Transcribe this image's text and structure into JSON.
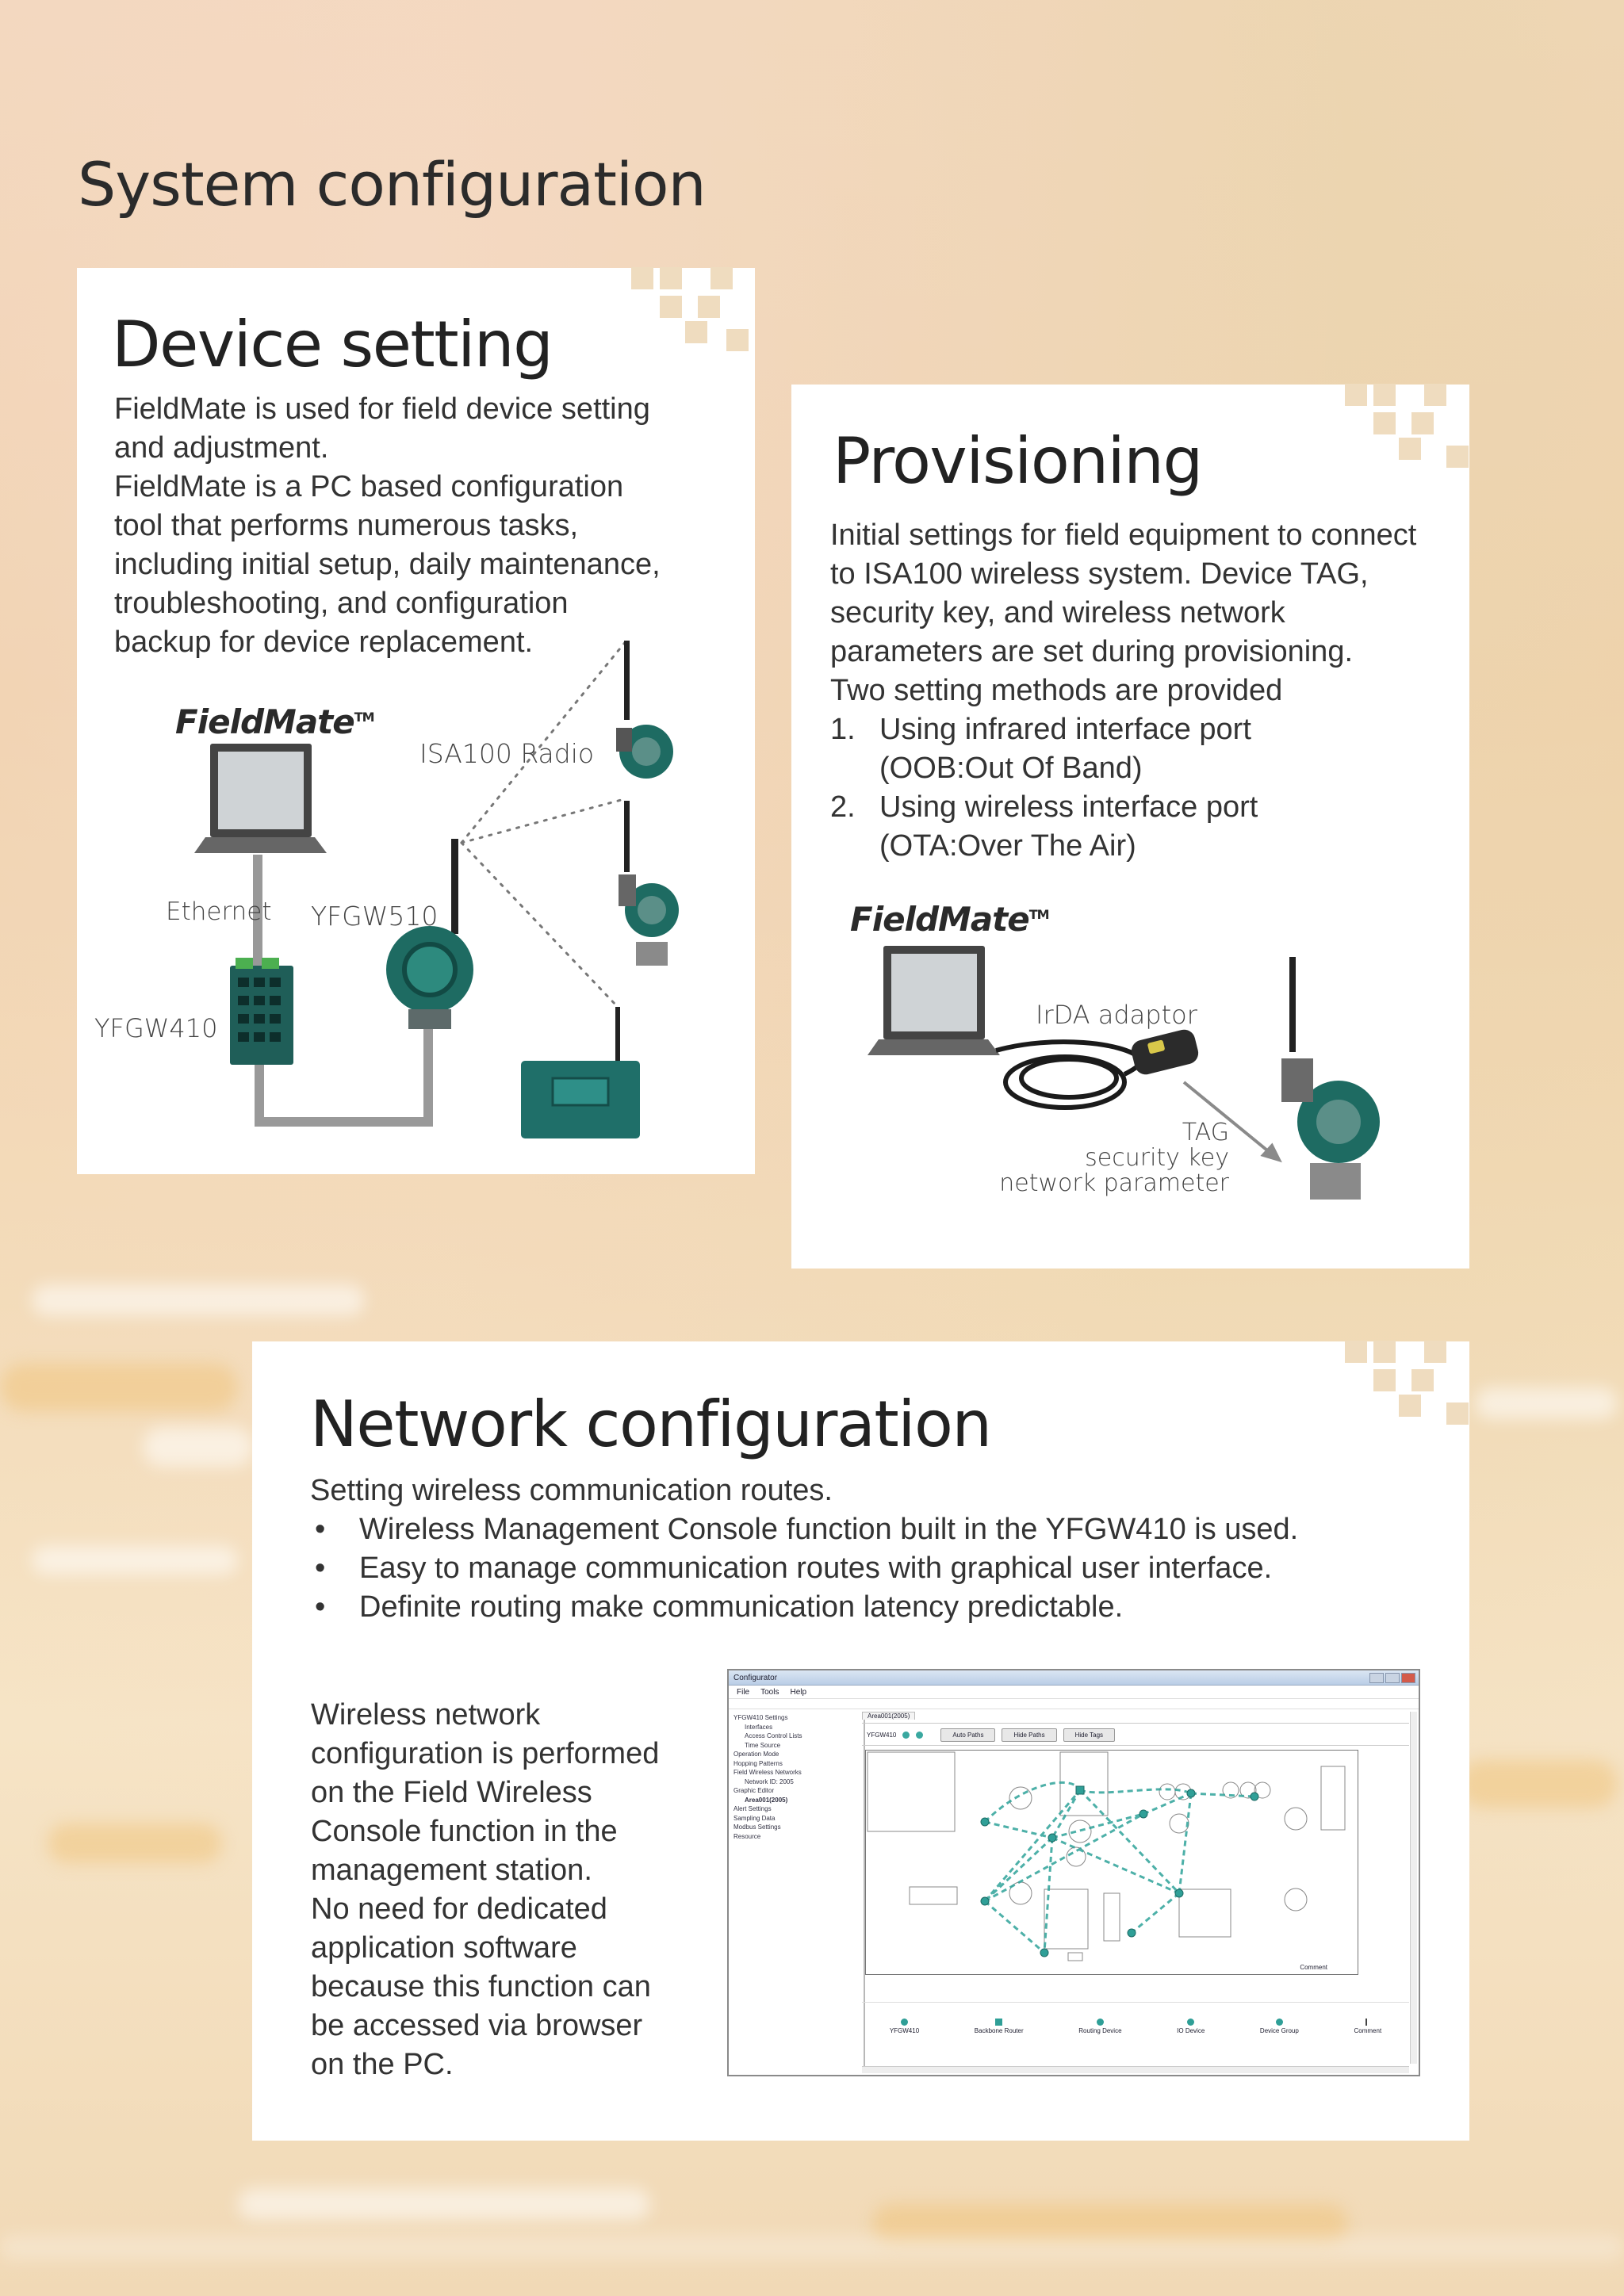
{
  "page_title": "System configuration",
  "device_setting": {
    "title": "Device setting",
    "description": [
      "FieldMate is used for field device setting",
      "and adjustment.",
      "FieldMate is a PC based configuration",
      "tool that performs numerous tasks,",
      "including initial setup, daily maintenance,",
      "troubleshooting, and configuration",
      "backup for device replacement."
    ],
    "labels": {
      "fieldmate": "FieldMate",
      "trademark": "TM",
      "isa100_radio": "ISA100 Radio",
      "ethernet": "Ethernet",
      "yfgw510": "YFGW510",
      "yfgw410": "YFGW410"
    }
  },
  "provisioning": {
    "title": "Provisioning",
    "description": [
      "Initial settings for field equipment to connect",
      "to ISA100 wireless system. Device TAG,",
      "security key, and wireless network",
      "parameters are set during provisioning.",
      "Two setting methods are provided"
    ],
    "methods": [
      {
        "num": "1.",
        "line1": "Using infrared interface port",
        "line2": "(OOB:Out Of Band)"
      },
      {
        "num": "2.",
        "line1": "Using wireless interface port",
        "line2": "(OTA:Over The Air)"
      }
    ],
    "labels": {
      "fieldmate": "FieldMate",
      "trademark": "TM",
      "irda_adaptor": "IrDA adaptor",
      "tag": "TAG",
      "security_key": "security key",
      "network_parameter": "network parameter"
    }
  },
  "network_configuration": {
    "title": "Network configuration",
    "intro": "Setting wireless communication routes.",
    "bullet_symbol": "•",
    "bullets": [
      "Wireless Management Console function built in the YFGW410 is used.",
      "Easy to manage communication routes with graphical user interface.",
      "Definite routing make communication latency predictable."
    ],
    "side_text": [
      "Wireless network",
      "configuration is performed",
      "on the Field Wireless",
      "Console function in the",
      "management station.",
      "No need for dedicated",
      "application software",
      "because this function can",
      "be accessed via browser",
      "on the PC."
    ],
    "screenshot": {
      "window_title": "Configurator",
      "menu": [
        "File",
        "Tools",
        "Help"
      ],
      "tree": [
        "YFGW410 Settings",
        "Interfaces",
        "Access Control Lists",
        "Time Source",
        "Operation Mode",
        "Hopping Patterns",
        "Field Wireless Networks",
        "Network ID: 2005",
        "Graphic Editor",
        "Area001(2005)",
        "Alert Settings",
        "Sampling Data",
        "Modbus Settings",
        "Resource"
      ],
      "tab": "Area001(2005)",
      "toolbar_label": "YFGW410",
      "buttons": [
        "Auto Paths",
        "Hide Paths",
        "Hide Tags"
      ],
      "legend": [
        "YFGW410",
        "Backbone Router",
        "Routing Device",
        "IO Device",
        "Device Group",
        "Comment"
      ],
      "canvas_comment": "Comment"
    }
  }
}
